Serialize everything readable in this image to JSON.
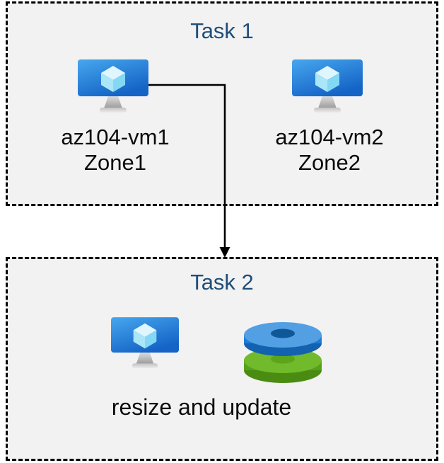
{
  "diagram": {
    "task1": {
      "title": "Task 1",
      "vms": [
        {
          "name": "az104-vm1",
          "zone": "Zone1",
          "icon": "virtual-machine-icon"
        },
        {
          "name": "az104-vm2",
          "zone": "Zone2",
          "icon": "virtual-machine-icon"
        }
      ]
    },
    "task2": {
      "title": "Task 2",
      "caption": "resize and update",
      "icons": [
        "virtual-machine-icon",
        "disks-icon"
      ]
    },
    "connector": {
      "from": "az104-vm1",
      "to": "Task 2",
      "shape": "elbow-arrow-down"
    },
    "colors": {
      "page_background": "#ffffff",
      "box_background": "#f2f2f2",
      "box_border": "#000000",
      "title_text": "#1f4e79",
      "body_text": "#0c0c0c",
      "arrow": "#000000",
      "vm_screen_top": "#47a7ee",
      "vm_screen_bottom": "#1463c6",
      "cube_top": "#dff6fe",
      "cube_left": "#abe6f8",
      "cube_right": "#83d9f4",
      "stand_gray": "#a8a8a8",
      "disk_blue_top": "#539fe3",
      "disk_blue_side": "#1e7cd8",
      "disk_blue_hole": "#0f5796",
      "disk_green_top": "#70ba2b",
      "disk_green_side": "#55a11b",
      "disk_green_hole": "#5aa51d"
    }
  }
}
